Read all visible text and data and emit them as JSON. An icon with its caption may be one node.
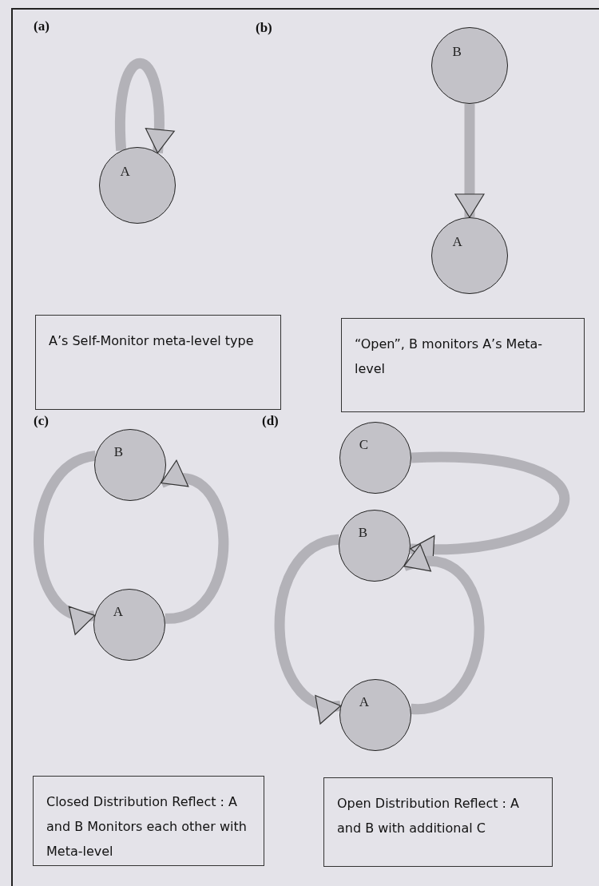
{
  "diagram": {
    "nodes": [
      {
        "text": [
          "A"
        ]
      },
      {
        "text": [
          "A’s Self-Monitor meta-level type"
        ]
      },
      {
        "text": [
          "B"
        ]
      },
      {
        "text": [
          "A"
        ]
      },
      {
        "text": [
          "“Open”, B monitors A’s Meta-level"
        ]
      },
      {
        "text": [
          "B"
        ]
      },
      {
        "text": [
          "A"
        ]
      },
      {
        "text": [
          "Closed Distribution Reflect : A and B Monitors each other with Meta-level"
        ]
      },
      {
        "text": [
          "C"
        ]
      },
      {
        "text": [
          "B"
        ]
      },
      {
        "text": [
          "A"
        ]
      },
      {
        "text": [
          "Open Distribution Reflect : A and B with additional C"
        ]
      }
    ],
    "edges": [
      {
        "from": 0,
        "to": 0,
        "arrow": "to"
      },
      {
        "from": 2,
        "to": 3,
        "arrow": "to"
      },
      {
        "from": 5,
        "to": 6,
        "arrow": "to"
      },
      {
        "from": 6,
        "to": 5,
        "arrow": "to"
      },
      {
        "from": 8,
        "to": 9,
        "arrow": "to"
      },
      {
        "from": 9,
        "to": 10,
        "arrow": "to"
      },
      {
        "from": 10,
        "to": 9,
        "arrow": "to"
      }
    ],
    "labels": [
      "(a)",
      "(b)",
      "(c)",
      "(d)"
    ]
  }
}
